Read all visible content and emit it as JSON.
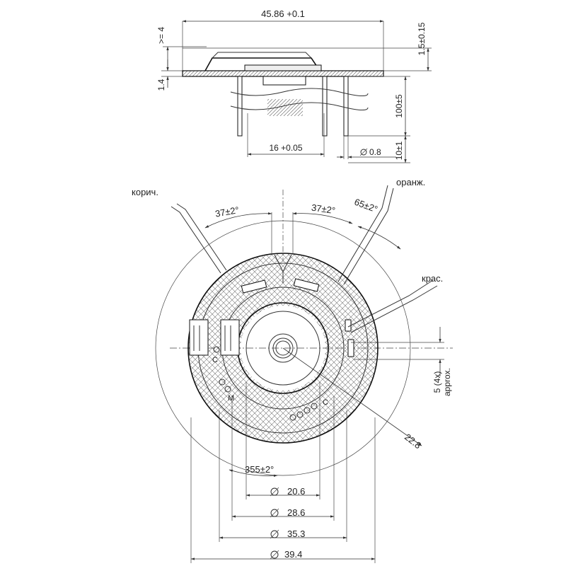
{
  "side_view": {
    "width_label": "45.86 +0.1",
    "top_clearance_label": ">= 4",
    "thickness_label": "1.4",
    "height_label": "1.5±0.15",
    "wire_length_label": "100±5",
    "pin_spacing_label": "16 +0.05",
    "pin_diameter_label": "0.8",
    "strip_length_label": "10±1"
  },
  "top_view": {
    "wire_brown_label": "корич.",
    "wire_orange_label": "оранж.",
    "wire_red_label": "крас.",
    "angle_left_label": "37±2°",
    "angle_mid_label": "37±2°",
    "angle_right_label": "65±2°",
    "angle_bottom_label": "355±2°",
    "dim_5_label": "5 (4x)",
    "dim_5_sub_label": "approx.",
    "radius_label": "22.8",
    "diameters": [
      "20.6",
      "28.6",
      "35.3",
      "39.4"
    ],
    "marks": [
      "C",
      "M",
      "C"
    ]
  }
}
